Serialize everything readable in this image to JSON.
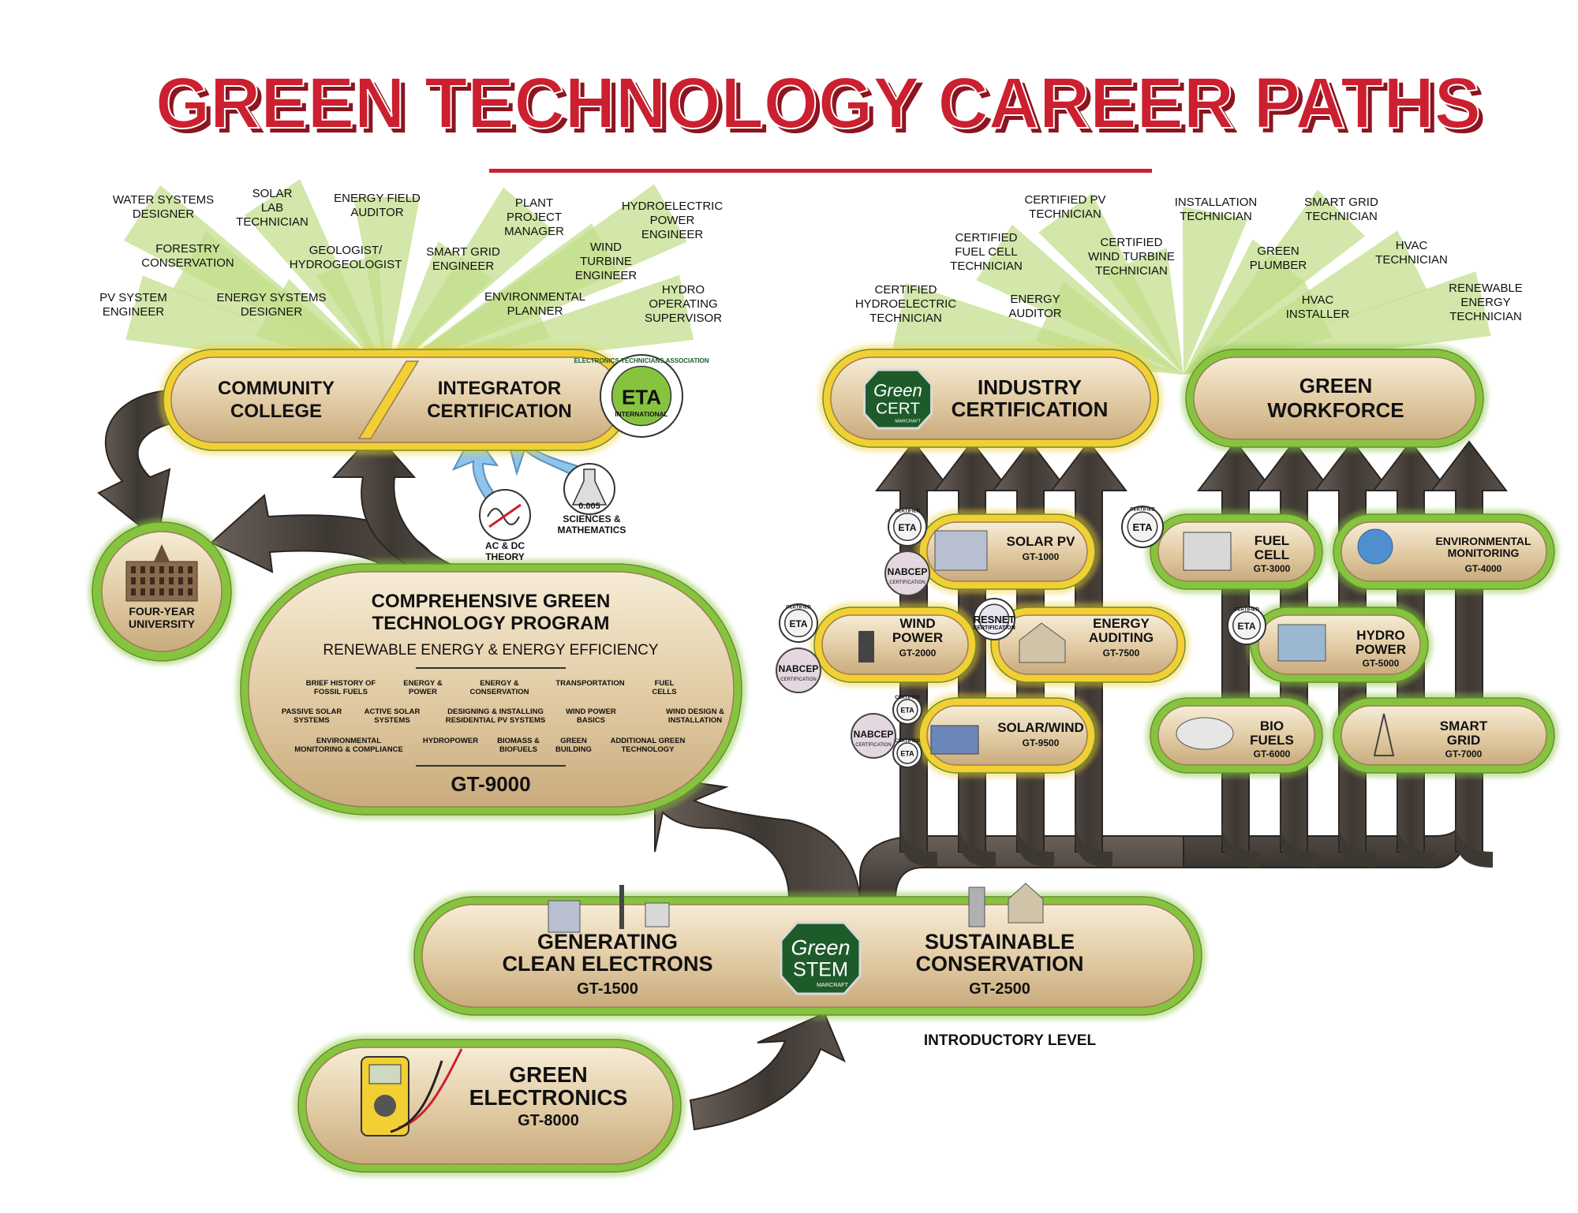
{
  "title": "GREEN TECHNOLOGY CAREER PATHS",
  "careers_left": [
    [
      "WATER SYSTEMS",
      "DESIGNER"
    ],
    [
      "SOLAR",
      "LAB",
      "TECHNICIAN"
    ],
    [
      "ENERGY FIELD",
      "AUDITOR"
    ],
    [
      "PLANT",
      "PROJECT",
      "MANAGER"
    ],
    [
      "HYDROELECTRIC",
      "POWER",
      "ENGINEER"
    ],
    [
      "FORESTRY",
      "CONSERVATION"
    ],
    [
      "GEOLOGIST/",
      "HYDROGEOLOGIST"
    ],
    [
      "SMART GRID",
      "ENGINEER"
    ],
    [
      "WIND",
      "TURBINE",
      "ENGINEER"
    ],
    [
      "PV SYSTEM",
      "ENGINEER"
    ],
    [
      "ENERGY SYSTEMS",
      "DESIGNER"
    ],
    [
      "ENVIRONMENTAL",
      "PLANNER"
    ],
    [
      "HYDRO",
      "OPERATING",
      "SUPERVISOR"
    ]
  ],
  "careers_right": [
    [
      "CERTIFIED PV",
      "TECHNICIAN"
    ],
    [
      "CERTIFIED",
      "FUEL CELL",
      "TECHNICIAN"
    ],
    [
      "CERTIFIED",
      "WIND TURBINE",
      "TECHNICIAN"
    ],
    [
      "CERTIFIED",
      "HYDROELECTRIC",
      "TECHNICIAN"
    ],
    [
      "ENERGY",
      "AUDITOR"
    ],
    [
      "INSTALLATION",
      "TECHNICIAN"
    ],
    [
      "SMART GRID",
      "TECHNICIAN"
    ],
    [
      "GREEN",
      "PLUMBER"
    ],
    [
      "HVAC",
      "TECHNICIAN"
    ],
    [
      "HVAC",
      "INSTALLER"
    ],
    [
      "RENEWABLE",
      "ENERGY",
      "TECHNICIAN"
    ]
  ],
  "community_college": [
    "COMMUNITY",
    "COLLEGE"
  ],
  "integrator": [
    "INTEGRATOR",
    "CERTIFICATION"
  ],
  "eta_seal": {
    "ring": "ELECTRONICS TECHNICIANS ASSOCIATION",
    "center": "ETA",
    "sub": "INTERNATIONAL"
  },
  "eta_cert_badge": {
    "top": "CERTIFIED",
    "center": "ETA"
  },
  "industry_cert": [
    "INDUSTRY",
    "CERTIFICATION"
  ],
  "green_cert_badge": {
    "line1": "Green",
    "line2": "CERT",
    "line3": "MARCRAFT"
  },
  "green_workforce": [
    "GREEN",
    "WORKFORCE"
  ],
  "four_year": [
    "FOUR-YEAR",
    "UNIVERSITY"
  ],
  "ac_dc": [
    "AC & DC",
    "THEORY"
  ],
  "sciences": [
    "SCIENCES &",
    "MATHEMATICS"
  ],
  "sciences_icon_text": "0.005",
  "comprehensive": {
    "title": [
      "COMPREHENSIVE GREEN",
      "TECHNOLOGY PROGRAM"
    ],
    "subtitle": "RENEWABLE ENERGY & ENERGY EFFICIENCY",
    "topics": [
      [
        [
          "BRIEF HISTORY OF",
          "FOSSIL FUELS"
        ],
        [
          "ENERGY &",
          "POWER"
        ],
        [
          "ENERGY &",
          "CONSERVATION"
        ],
        [
          "TRANSPORTATION"
        ],
        [
          "FUEL",
          "CELLS"
        ]
      ],
      [
        [
          "PASSIVE SOLAR",
          "SYSTEMS"
        ],
        [
          "ACTIVE SOLAR",
          "SYSTEMS"
        ],
        [
          "DESIGNING & INSTALLING",
          "RESIDENTIAL PV SYSTEMS"
        ],
        [
          "WIND POWER",
          "BASICS"
        ],
        [
          "WIND DESIGN &",
          "INSTALLATION"
        ]
      ],
      [
        [
          "ENVIRONMENTAL",
          "MONITORING & COMPLIANCE"
        ],
        [
          "HYDROPOWER"
        ],
        [
          "BIOMASS &",
          "BIOFUELS"
        ],
        [
          "GREEN",
          "BUILDING"
        ],
        [
          "ADDITIONAL GREEN",
          "TECHNOLOGY"
        ]
      ]
    ],
    "code": "GT-9000"
  },
  "industry_courses": [
    {
      "name": [
        "SOLAR PV"
      ],
      "code": "GT-1000"
    },
    {
      "name": [
        "WIND",
        "POWER"
      ],
      "code": "GT-2000"
    },
    {
      "name": [
        "ENERGY",
        "AUDITING"
      ],
      "code": "GT-7500"
    },
    {
      "name": [
        "SOLAR/WIND"
      ],
      "code": "GT-9500"
    }
  ],
  "workforce_courses": [
    {
      "name": [
        "FUEL",
        "CELL"
      ],
      "code": "GT-3000"
    },
    {
      "name": [
        "ENVIRONMENTAL",
        "MONITORING"
      ],
      "code": "GT-4000"
    },
    {
      "name": [
        "HYDRO",
        "POWER"
      ],
      "code": "GT-5000"
    },
    {
      "name": [
        "BIO",
        "FUELS"
      ],
      "code": "GT-6000"
    },
    {
      "name": [
        "SMART",
        "GRID"
      ],
      "code": "GT-7000"
    }
  ],
  "badges": {
    "nabcep": "NABCEP",
    "certification": "CERTIFICATION",
    "resnet": "RESNET"
  },
  "intro": {
    "left": {
      "name": [
        "GENERATING",
        "CLEAN ELECTRONS"
      ],
      "code": "GT-1500"
    },
    "right": {
      "name": [
        "SUSTAINABLE",
        "CONSERVATION"
      ],
      "code": "GT-2500"
    },
    "badge": {
      "line1": "Green",
      "line2": "STEM",
      "line3": "MARCRAFT"
    },
    "level_label": "INTRODUCTORY LEVEL"
  },
  "green_electronics": {
    "name": [
      "GREEN",
      "ELECTRONICS"
    ],
    "code": "GT-8000"
  },
  "colors": {
    "title_red": "#cc1f2f",
    "pill_fill": "#e3cda6",
    "green": "#86c440",
    "yellow": "#f2cf33",
    "arrow_dark": "#3e3833",
    "dark_green": "#1e5b2a",
    "ray": "#c3df8c",
    "light_blue": "#8fc5ec"
  }
}
